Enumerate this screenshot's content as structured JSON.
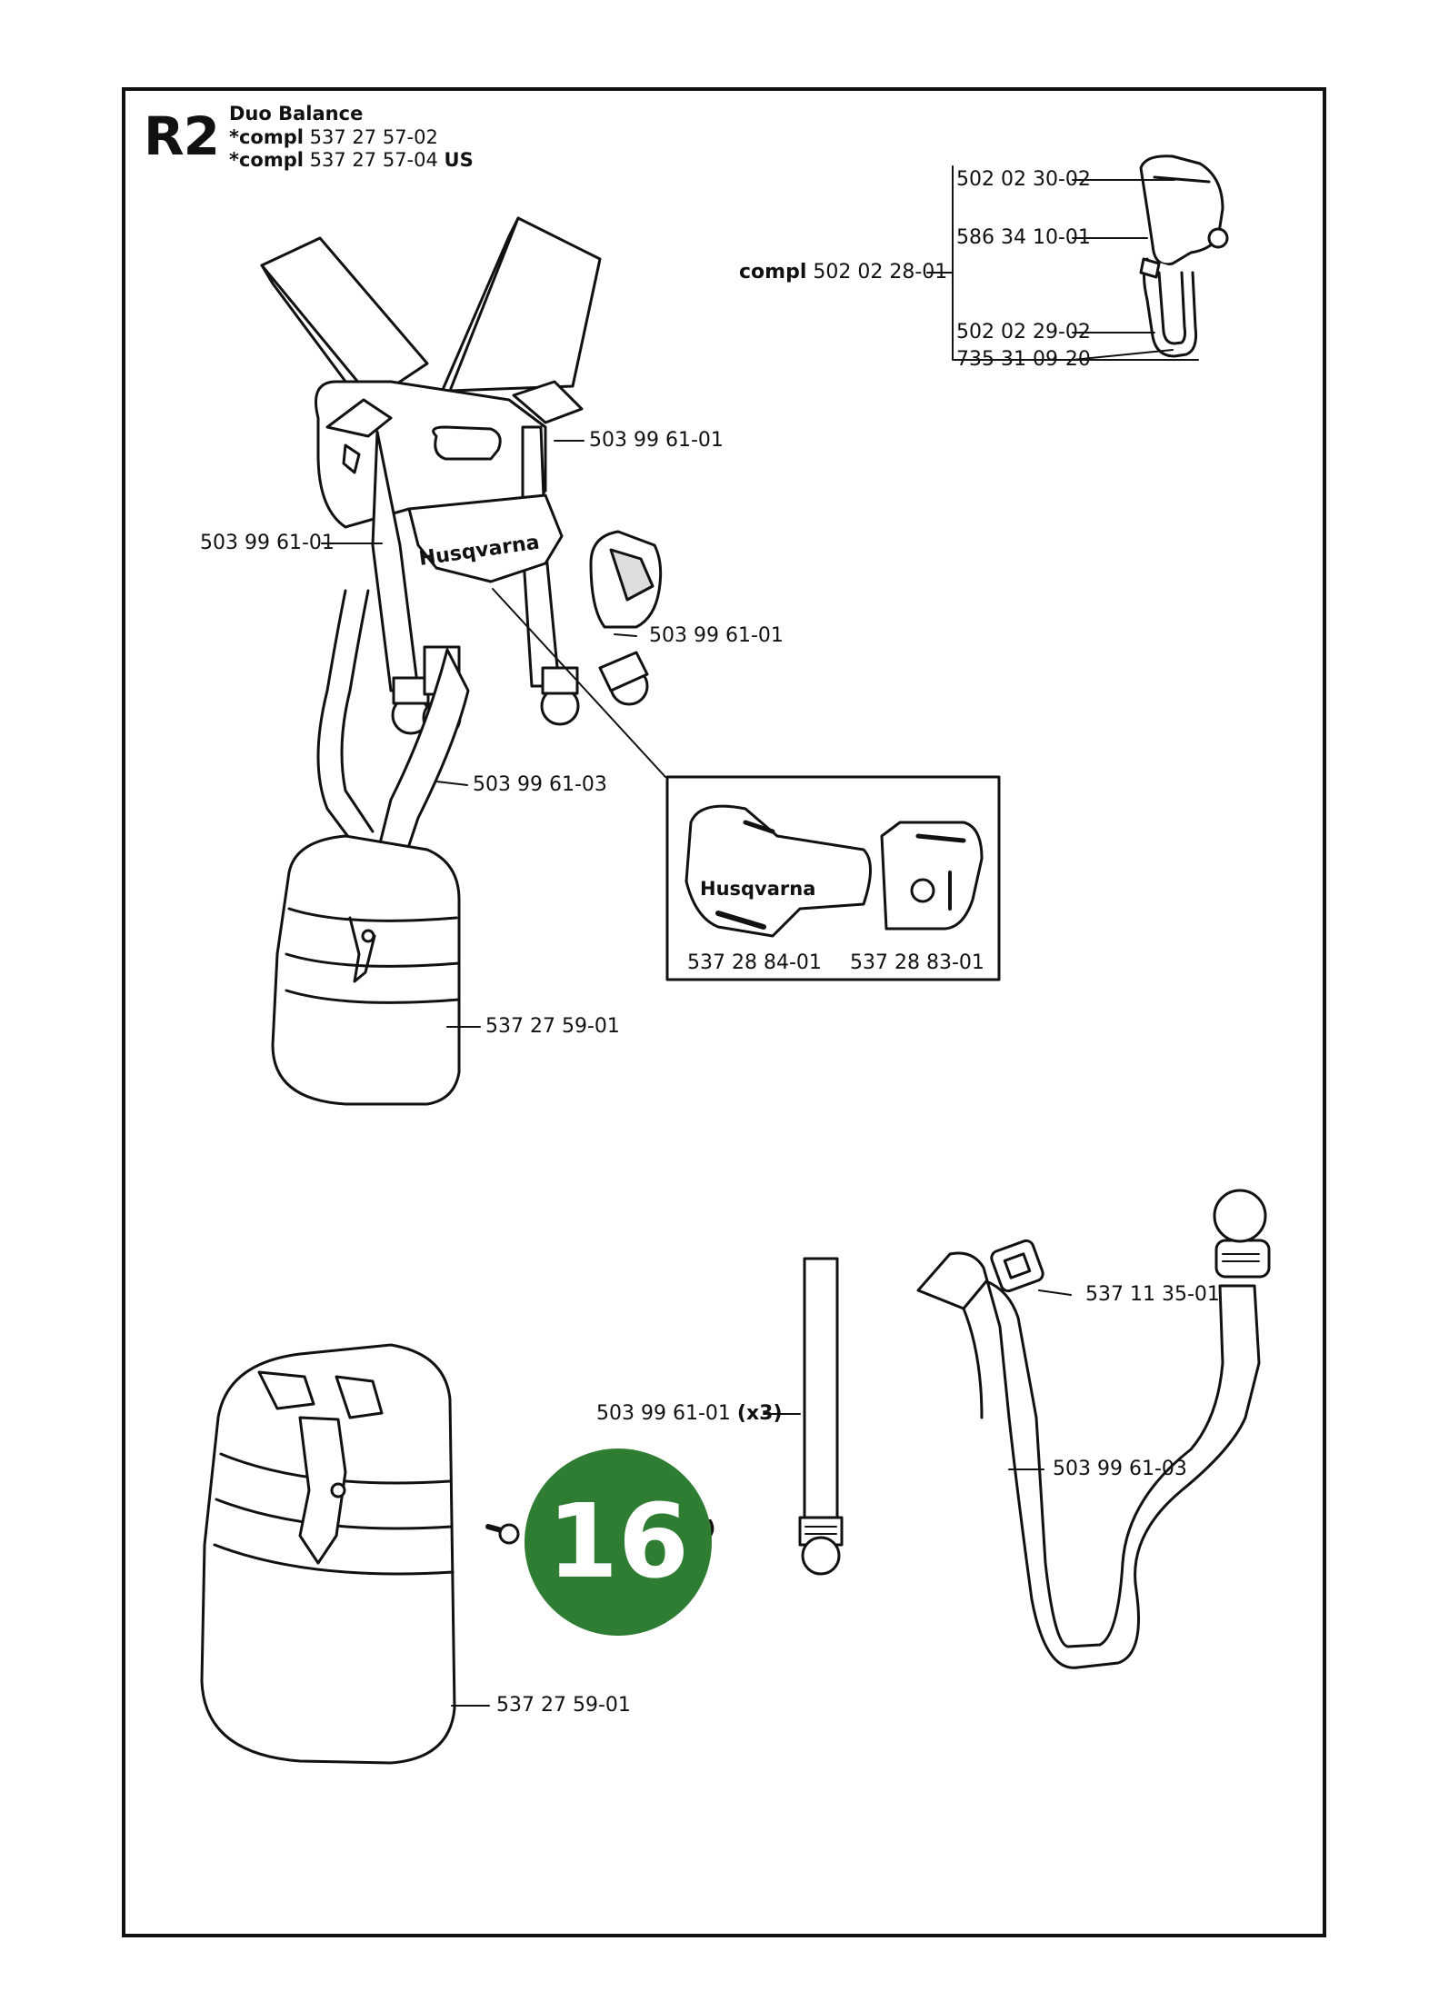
{
  "section": {
    "code": "R2",
    "model": "Duo Balance",
    "compl_lines": [
      {
        "prefix": "*compl",
        "number": "537 27 57-02",
        "suffix": ""
      },
      {
        "prefix": "*compl",
        "number": "537 27 57-04",
        "suffix": "US"
      }
    ]
  },
  "brand_logo": "Husqvarna",
  "badge": "16",
  "callouts": {
    "buckle_top": "502 02 30-02",
    "buckle_mid": "586 34 10-01",
    "buckle_compl_prefix": "compl",
    "buckle_compl_number": "502 02 28-01",
    "buckle_low": "502 02 29-02",
    "buckle_bottom": "735 31 09-20",
    "strap_upper_right": "503 99 61-01",
    "strap_left": "503 99 61-01",
    "strap_right_pad": "503 99 61-01",
    "belt_long": "503 99 61-03",
    "pad_part_a": "537 28 84-01",
    "pad_part_b": "537 28 83-01",
    "hip_pad_upper": "537 27 59-01",
    "clip": "537 11 35-01",
    "strap_x3_number": "503 99 61-01",
    "strap_x3_qty": "(x3)",
    "belt_long_lower": "503 99 61-03",
    "hip_pad_lower": "537 27 59-01",
    "screw_partial": "3)"
  }
}
